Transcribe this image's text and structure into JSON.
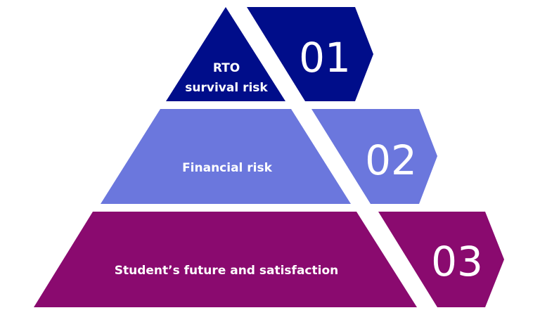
{
  "colors": {
    "level1": "#000D8A",
    "level2": "#6B77DD",
    "level3": "#8A0A6F"
  },
  "levels": [
    {
      "number": "01",
      "label_lines": [
        "RTO",
        "survival risk"
      ]
    },
    {
      "number": "02",
      "label": "Financial risk"
    },
    {
      "number": "03",
      "label": "Student’s future and satisfaction"
    }
  ]
}
